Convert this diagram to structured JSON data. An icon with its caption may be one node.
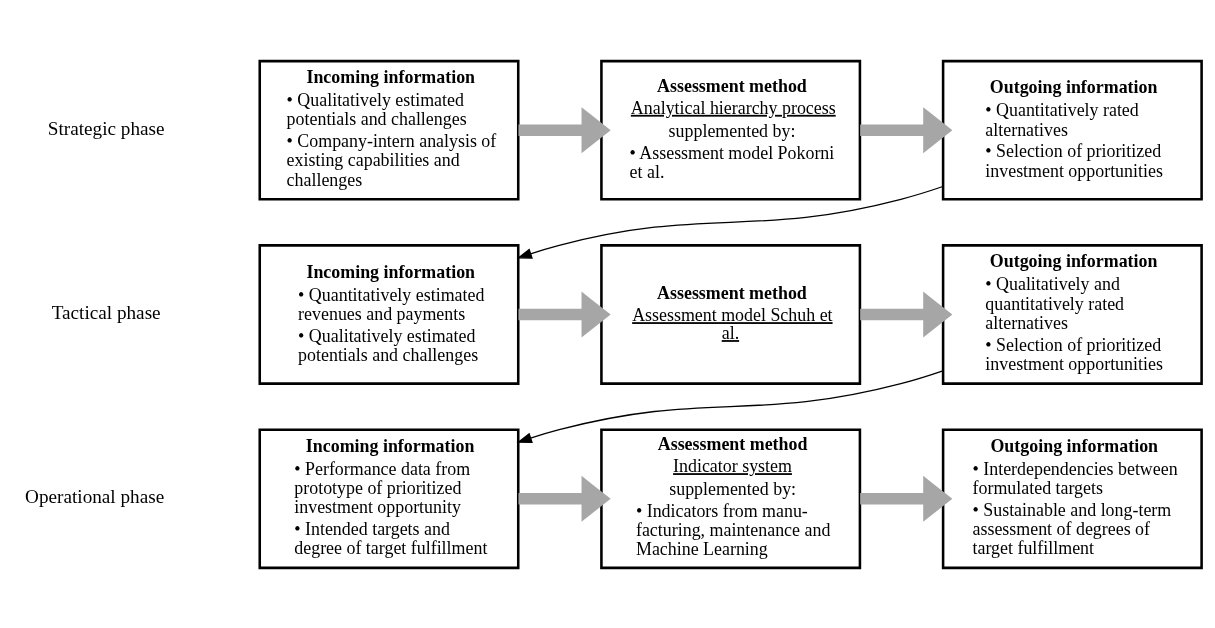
{
  "diagram": {
    "nodes": [
      {
        "text": [
          "Incoming information",
          "• Qualitatively estimated potentials and challenges",
          "• Company-intern analysis of existing capabilities and challenges"
        ]
      },
      {
        "text": [
          "Assessment method",
          "Analytical hierarchy process",
          "supplemented by:",
          "• Assessment model Pokorni et al."
        ]
      },
      {
        "text": [
          "Outgoing information",
          "• Quantitatively rated alternatives",
          "• Selection of prioritized investment opportunities"
        ]
      },
      {
        "text": [
          "Incoming information",
          "• Quantitatively estimated revenues and payments",
          "• Qualitatively estimated potentials and challenges"
        ]
      },
      {
        "text": [
          "Assessment method",
          "Assessment model Schuh et al."
        ]
      },
      {
        "text": [
          "Outgoing information",
          "• Qualitatively and quantitatively rated alternatives",
          "• Selection of prioritized investment opportunities"
        ]
      },
      {
        "text": [
          "Incoming information",
          "• Performance data from prototype of prioritized investment opportunity",
          "• Intended targets and degree of target fulfillment"
        ]
      },
      {
        "text": [
          "Assessment method",
          "Indicator system",
          "supplemented by:",
          "• Indicators from manu-facturing, maintenance and Machine Learning"
        ]
      },
      {
        "text": [
          "Outgoing information",
          "• Interdependencies between formulated targets",
          "• Sustainable and long-term assessment of degrees of target fulfillment"
        ]
      }
    ],
    "edges": [
      {
        "from": 0,
        "to": 1,
        "arrow": "to"
      },
      {
        "from": 1,
        "to": 2,
        "arrow": "to"
      },
      {
        "from": 2,
        "to": 3,
        "arrow": "to",
        "color": "#000000"
      },
      {
        "from": 3,
        "to": 4,
        "arrow": "to"
      },
      {
        "from": 4,
        "to": 5,
        "arrow": "to"
      },
      {
        "from": 5,
        "to": 6,
        "arrow": "to",
        "color": "#000000"
      },
      {
        "from": 6,
        "to": 7,
        "arrow": "to"
      },
      {
        "from": 7,
        "to": 8,
        "arrow": "to"
      }
    ],
    "labels": [
      "Strategic phase",
      "Tactical phase",
      "Operational phase"
    ]
  }
}
